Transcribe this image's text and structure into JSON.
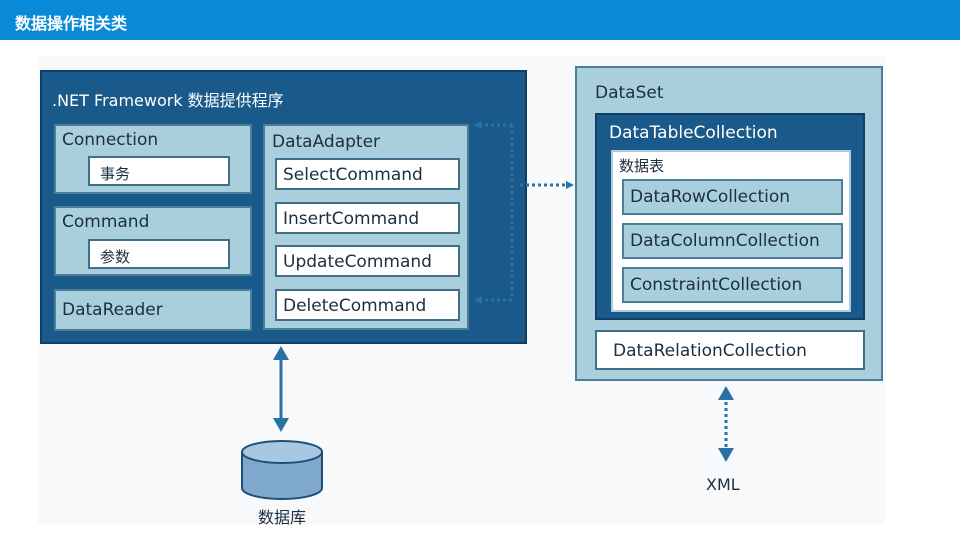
{
  "header": {
    "title": "数据操作相关类"
  },
  "framework": {
    "title": ".NET Framework 数据提供程序",
    "connection": {
      "label": "Connection",
      "item": "事务"
    },
    "command": {
      "label": "Command",
      "item": "参数"
    },
    "datareader": {
      "label": "DataReader"
    },
    "dataadapter": {
      "label": "DataAdapter",
      "commands": [
        "SelectCommand",
        "InsertCommand",
        "UpdateCommand",
        "DeleteCommand"
      ]
    }
  },
  "dataset": {
    "title": "DataSet",
    "tablecollection": {
      "label": "DataTableCollection",
      "table_label": "数据表",
      "items": [
        "DataRowCollection",
        "DataColumnCollection",
        "ConstraintCollection"
      ]
    },
    "relation": "DataRelationCollection"
  },
  "database": {
    "label": "数据库"
  },
  "xml": {
    "label": "XML"
  },
  "colors": {
    "header": "#0a8ad6",
    "dark_box": "#1a5a8a",
    "light_box": "#a9cfdd",
    "arrow": "#2a72a4",
    "cylinder": "#8fb8d8"
  }
}
